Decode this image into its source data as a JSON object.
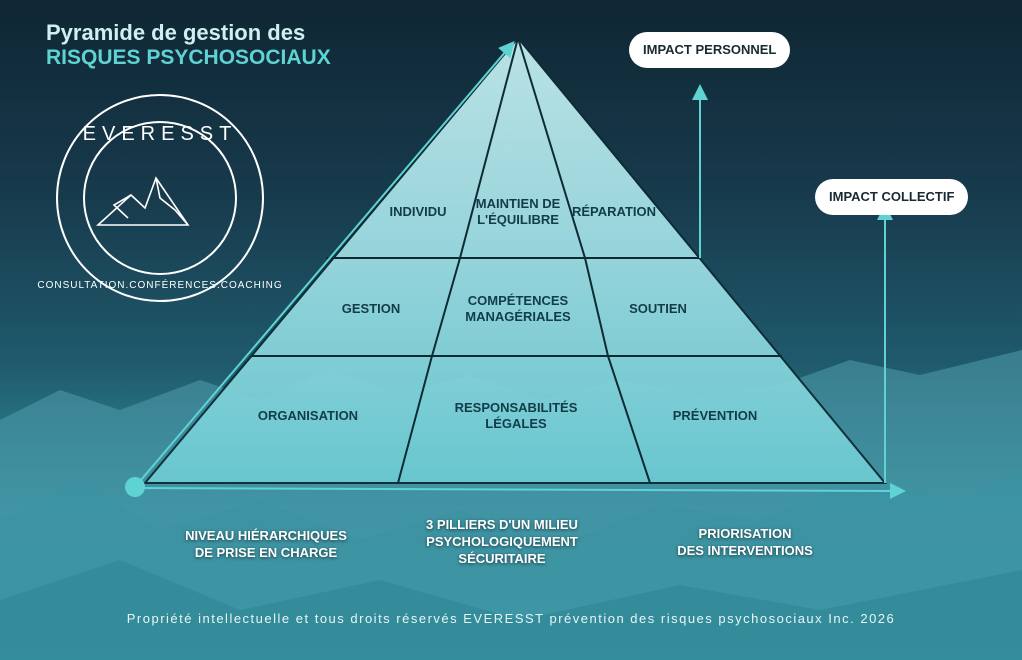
{
  "title": {
    "line1": "Pyramide de gestion des",
    "line2": "RISQUES PSYCHOSOCIAUX"
  },
  "logo": {
    "name": "EVERESST",
    "tagline": "CONSULTATION.CONFÉRENCES.COACHING"
  },
  "pyramid": {
    "top": [
      "Individu",
      "Maintien de l'équilibre",
      "Réparation"
    ],
    "middle": [
      "Gestion",
      "Compétences managériales",
      "Soutien"
    ],
    "bottom": [
      "Organisation",
      "Responsabilités légales",
      "Prévention"
    ]
  },
  "impacts": {
    "personal": "IMPACT PERSONNEL",
    "collective": "IMPACT COLLECTIF"
  },
  "axis_labels": {
    "left": [
      "NIVEAU HIÉRARCHIQUES",
      "DE PRISE EN CHARGE"
    ],
    "center": [
      "3 PILLIERS D'UN MILIEU",
      "PSYCHOLOGIQUEMENT",
      "SÉCURITAIRE"
    ],
    "right": [
      "PRIORISATION",
      "DES INTERVENTIONS"
    ]
  },
  "footer": "Propriété intellectuelle et tous droits réservés EVERESST prévention des risques psychosociaux Inc. 2026",
  "colors": {
    "accent": "#5fd3d3",
    "pyramid_fill": "#a9e6ea",
    "line": "#0e2a33"
  }
}
